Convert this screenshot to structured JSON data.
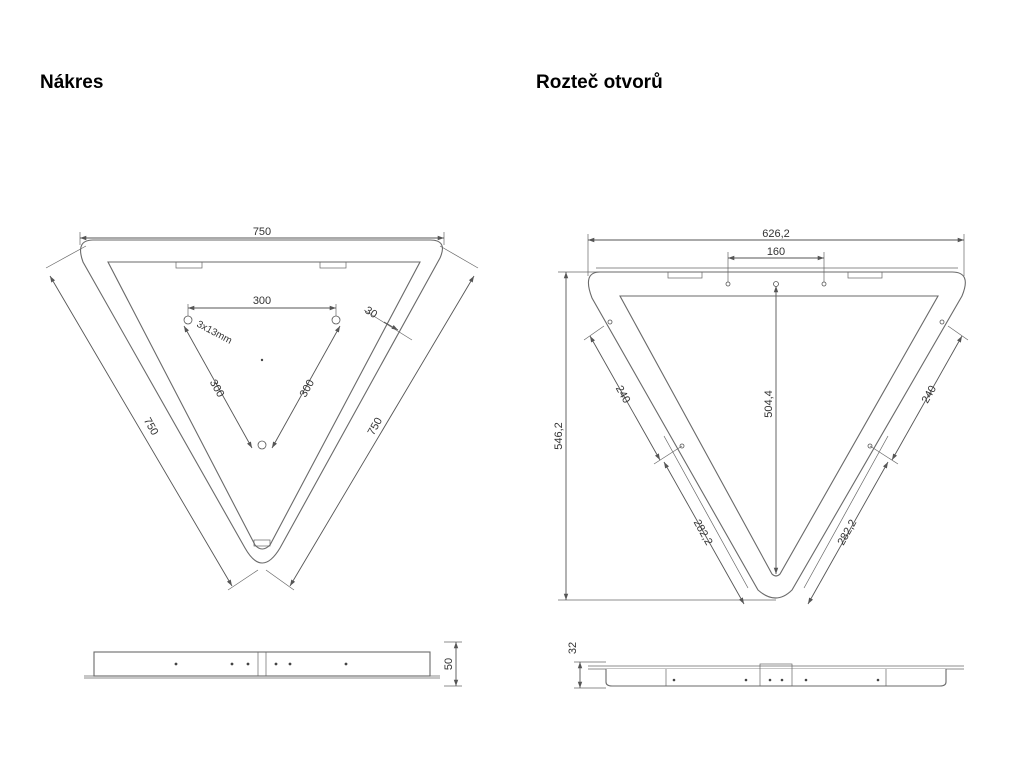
{
  "titles": {
    "left": "Nákres",
    "right": "Rozteč otvorů"
  },
  "left_view": {
    "width": "750",
    "side_left": "750",
    "side_right": "750",
    "hole_spacing_top": "300",
    "hole_spacing_left": "300",
    "hole_spacing_right": "300",
    "edge_offset": "30",
    "slot_note": "3x13mm",
    "profile_height": "50"
  },
  "right_view": {
    "width": "626,2",
    "hole_spacing_top": "160",
    "height": "546,2",
    "inner_height": "504,4",
    "side_upper_left": "240",
    "side_upper_right": "240",
    "side_lower_left": "282,2",
    "side_lower_right": "282,2",
    "profile_height": "32"
  }
}
